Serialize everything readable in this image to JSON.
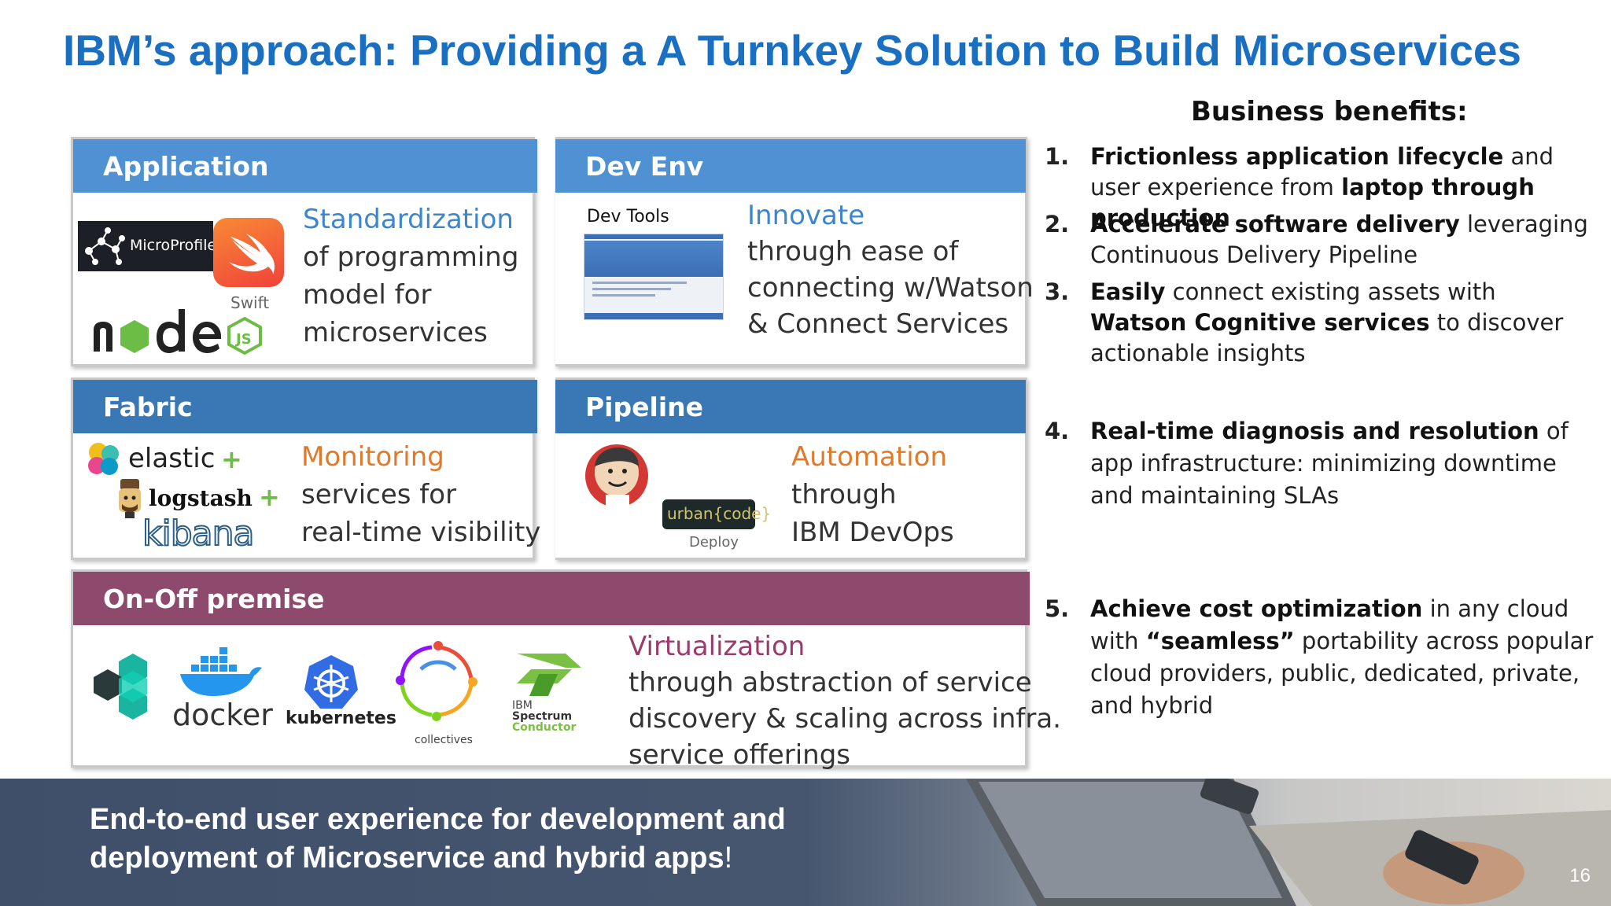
{
  "title": "IBM’s approach: Providing a A Turnkey Solution to Build Microservices",
  "panels": {
    "application": {
      "header": "Application",
      "highlight": "Standardization",
      "lines": [
        "of programming",
        "model for",
        "microservices"
      ],
      "logos": {
        "microprofile": "MicroProfile",
        "swift": "Swift",
        "node": "node"
      }
    },
    "devenv": {
      "header": "Dev Env",
      "tools_label": "Dev Tools",
      "highlight": "Innovate",
      "lines": [
        "through ease of",
        "connecting w/Watson",
        "& Connect Services"
      ]
    },
    "fabric": {
      "header": "Fabric",
      "highlight": "Monitoring",
      "lines": [
        "services for",
        "real-time visibility"
      ],
      "logos": {
        "elastic": "elastic",
        "logstash": "logstash",
        "kibana": "kibana",
        "plus": "+"
      }
    },
    "pipeline": {
      "header": "Pipeline",
      "highlight": "Automation",
      "lines": [
        "through",
        "IBM DevOps"
      ],
      "logos": {
        "urbancode": "urban{code}",
        "deploy": "Deploy"
      }
    },
    "premise": {
      "header": "On-Off premise",
      "highlight": "Virtualization",
      "lines": [
        "through abstraction of service",
        "discovery & scaling across infra.",
        "service offerings"
      ],
      "logos": {
        "docker": "docker",
        "kubernetes": "kubernetes",
        "collectives": "collectives",
        "spectrum_ibm": "IBM",
        "spectrum": "Spectrum",
        "conductor": "Conductor"
      }
    }
  },
  "benefits": {
    "title": "Business benefits:",
    "items": [
      {
        "num": "1.",
        "bold1": "Frictionless application lifecycle",
        "text1": " and user experience from ",
        "bold2": "laptop through production",
        "text2": ""
      },
      {
        "num": "2.",
        "bold1": "Accelerate software delivery",
        "text1": " leveraging Continuous Delivery Pipeline",
        "bold2": "",
        "text2": ""
      },
      {
        "num": "3.",
        "bold1": "Easily",
        "text1": " connect existing assets with ",
        "bold2": "Watson Cognitive services",
        "text2": " to discover actionable insights"
      },
      {
        "num": "4.",
        "bold1": "Real-time diagnosis and resolution",
        "text1": " of app infrastructure: minimizing downtime and maintaining SLAs",
        "bold2": "",
        "text2": ""
      },
      {
        "num": "5.",
        "bold1": "Achieve cost optimization",
        "text1": " in any cloud with ",
        "bold2": "“seamless”",
        "text2": " portability across popular cloud providers, public, dedicated, private, and hybrid"
      }
    ]
  },
  "banner": {
    "line1": "End-to-end user experience for development and",
    "line2": "deployment of Microservice and hybrid apps",
    "bang": "!"
  },
  "page_number": "16",
  "colors": {
    "title": "#1a6fc0",
    "application_band": "#4f91d3",
    "band_blue": "#3a78b5",
    "premise_band": "#8e4a6d",
    "highlight_blue": "#3d86cc",
    "highlight_orange": "#e07a2a",
    "highlight_mauve": "#9b3b6a"
  }
}
